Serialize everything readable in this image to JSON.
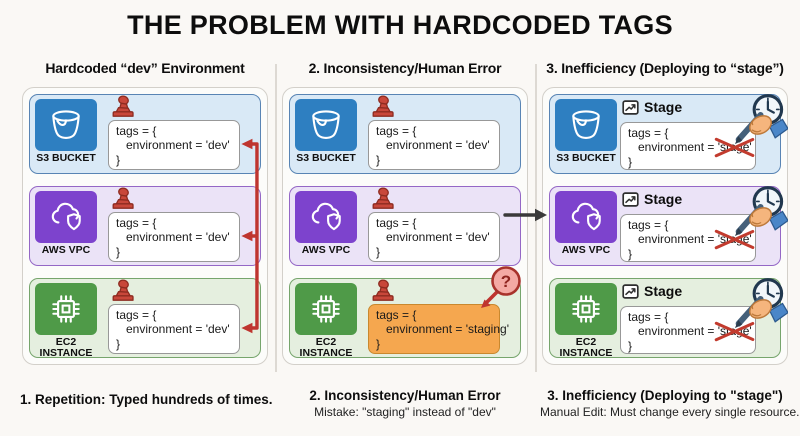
{
  "title": "THE PROBLEM WITH HARDCODED TAGS",
  "panels": [
    {
      "header": "Hardcoded “dev” Environment",
      "caption_title": "1. Repetition: Typed hundreds of times.",
      "resources": [
        {
          "label": "S3 BUCKET",
          "code_open": "tags = {",
          "code_env": "environment = 'dev'",
          "code_close": "}"
        },
        {
          "label": "AWS VPC",
          "code_open": "tags = {",
          "code_env": "environment = 'dev'",
          "code_close": "}"
        },
        {
          "label": "EC2 INSTANCE",
          "code_open": "tags = {",
          "code_env": "environment = 'dev'",
          "code_close": "}"
        }
      ]
    },
    {
      "header": "2. Inconsistency/Human Error",
      "caption_title": "2. Inconsistency/Human Error",
      "caption_sub": "Mistake: \"staging\" instead of \"dev\"",
      "error_badge": "?",
      "resources": [
        {
          "label": "S3 BUCKET",
          "code_open": "tags = {",
          "code_env": "environment = 'dev'",
          "code_close": "}"
        },
        {
          "label": "AWS VPC",
          "code_open": "tags = {",
          "code_env": "environment = 'dev'",
          "code_close": "}"
        },
        {
          "label": "EC2 INSTANCE",
          "code_open": "tags = {",
          "code_env": "environment = 'staging'",
          "code_close": "}",
          "highlight": "orange"
        }
      ]
    },
    {
      "header": "3. Inefficiency (Deploying to “stage”)",
      "caption_title": "3. Inefficiency (Deploying to \"stage\")",
      "caption_sub": "Manual Edit: Must change every single resource.",
      "resources": [
        {
          "label": "S3 BUCKET",
          "badge": "Stage",
          "code_open": "tags = {",
          "code_env_prefix": "environment = ",
          "code_env_value": "'stage'",
          "code_close": "}"
        },
        {
          "label": "AWS VPC",
          "badge": "Stage",
          "code_open": "tags = {",
          "code_env_prefix": "environment = ",
          "code_env_value": "'stage'",
          "code_close": "}"
        },
        {
          "label": "EC2 INSTANCE",
          "badge": "Stage",
          "code_open": "tags = {",
          "code_env_prefix": "environment = ",
          "code_env_value": "'stage'",
          "code_close": "}"
        }
      ]
    }
  ],
  "colors": {
    "s3_blue": "#2e7fc1",
    "vpc_purple": "#7d43cd",
    "ec2_green": "#4f9a48",
    "card_blue_bg": "#d9e9f6",
    "card_purple_bg": "#ebe3f7",
    "card_green_bg": "#e5efdf",
    "highlight_orange": "#f5a74f",
    "error_red": "#bf352f",
    "arrow_black": "#3a3a3a"
  },
  "icons": {
    "stamp": "rubber-stamp-icon",
    "s3": "s3-bucket-icon",
    "vpc": "cloud-shield-icon",
    "ec2": "cpu-chip-icon",
    "stage": "trend-window-icon",
    "manual_edit": "hand-pen-clock-icon",
    "error": "question-mark-icon",
    "repetition": "red-repeat-arrows-icon",
    "flow": "right-arrow-icon"
  }
}
